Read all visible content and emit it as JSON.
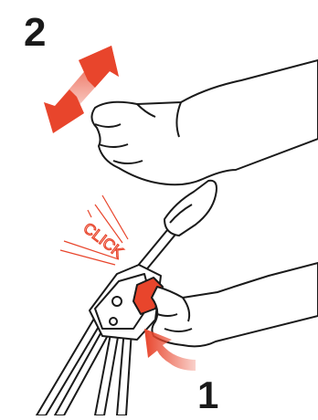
{
  "steps": {
    "first_label": "1",
    "second_label": "2"
  },
  "annotation": {
    "click_text": "CLICK"
  },
  "colors": {
    "accent_red": "#e8452c",
    "line": "#1a1a1a",
    "fill": "#ffffff"
  },
  "icons": {
    "push_arrow": "curved-arrow-icon",
    "move_arrow": "double-headed-arrow-icon"
  }
}
